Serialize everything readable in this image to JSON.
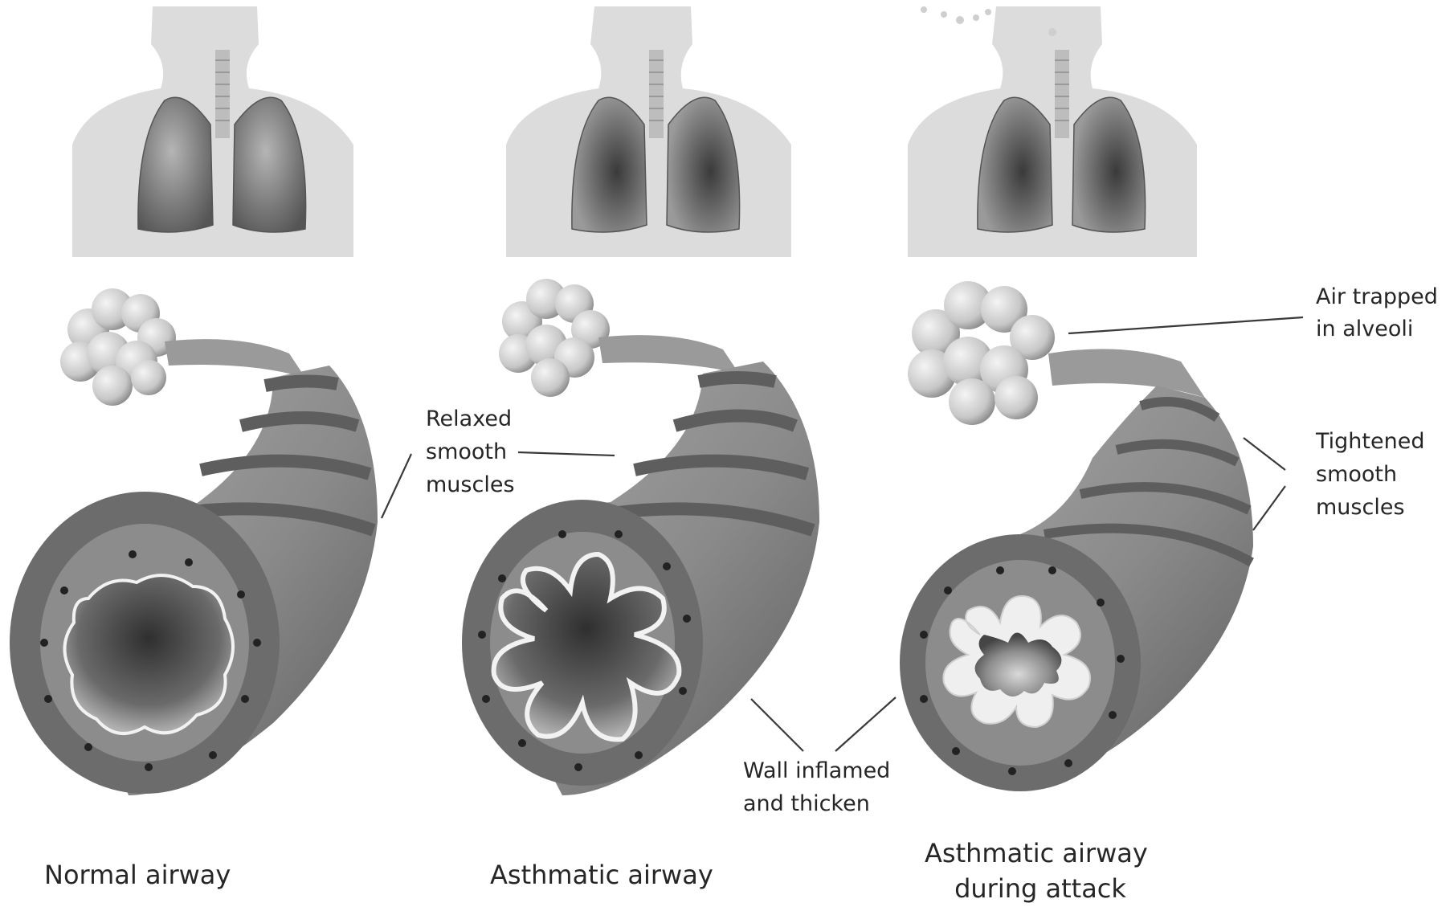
{
  "panels": [
    {
      "id": "normal",
      "caption_lines": [
        "Normal airway"
      ]
    },
    {
      "id": "asthmatic",
      "caption_lines": [
        "Asthmatic airway"
      ]
    },
    {
      "id": "attack",
      "caption_lines": [
        "Asthmatic airway",
        "during attack"
      ]
    }
  ],
  "annotations": {
    "relaxed_smooth_muscles": [
      "Relaxed",
      "smooth",
      "muscles"
    ],
    "wall_inflamed": [
      "Wall inflamed",
      "and thicken"
    ],
    "air_trapped": [
      "Air trapped",
      "in alveoli"
    ],
    "tightened_smooth_muscles": [
      "Tightened",
      "smooth",
      "muscles"
    ]
  },
  "colors": {
    "silhouette": "#dcdcdc",
    "airway_outer": "#6e6e6e",
    "airway_band": "#8f8f8f",
    "airway_light": "#b8b8b8",
    "lumen_dark": "#4a4a4a",
    "lining": "#f2f2f2",
    "text": "#262626"
  }
}
